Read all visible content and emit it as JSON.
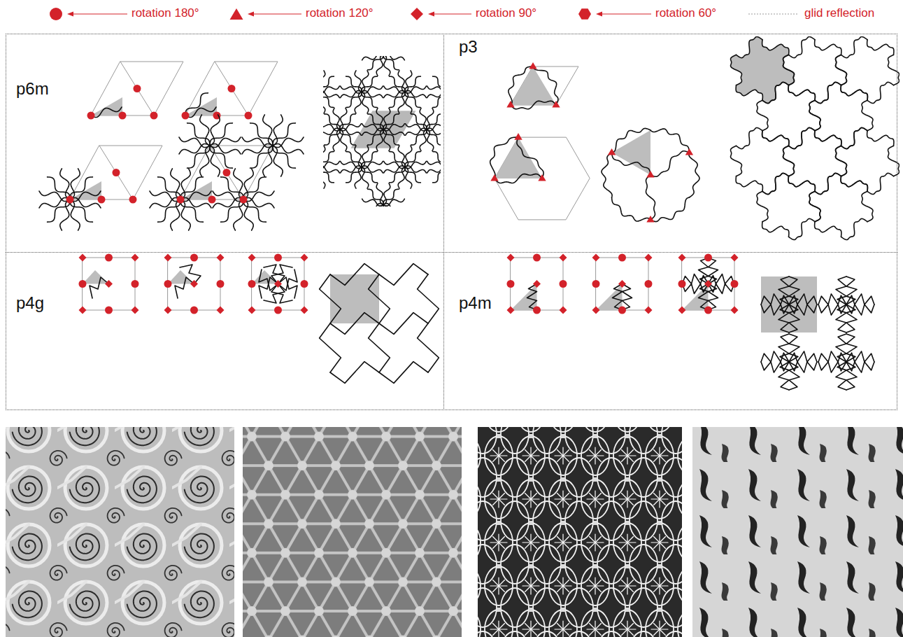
{
  "diagram": {
    "nodes": [
      {
        "text": [
          "p6m"
        ]
      },
      {
        "text": [
          "p3"
        ]
      },
      {
        "text": [
          "p4g"
        ]
      },
      {
        "text": [
          "p4m"
        ]
      }
    ],
    "legend": [
      {
        "text": "rotation 180°"
      },
      {
        "text": "rotation 120°"
      },
      {
        "text": "rotation 90°"
      },
      {
        "text": "rotation 60°"
      },
      {
        "text": "glid reflection"
      }
    ]
  }
}
